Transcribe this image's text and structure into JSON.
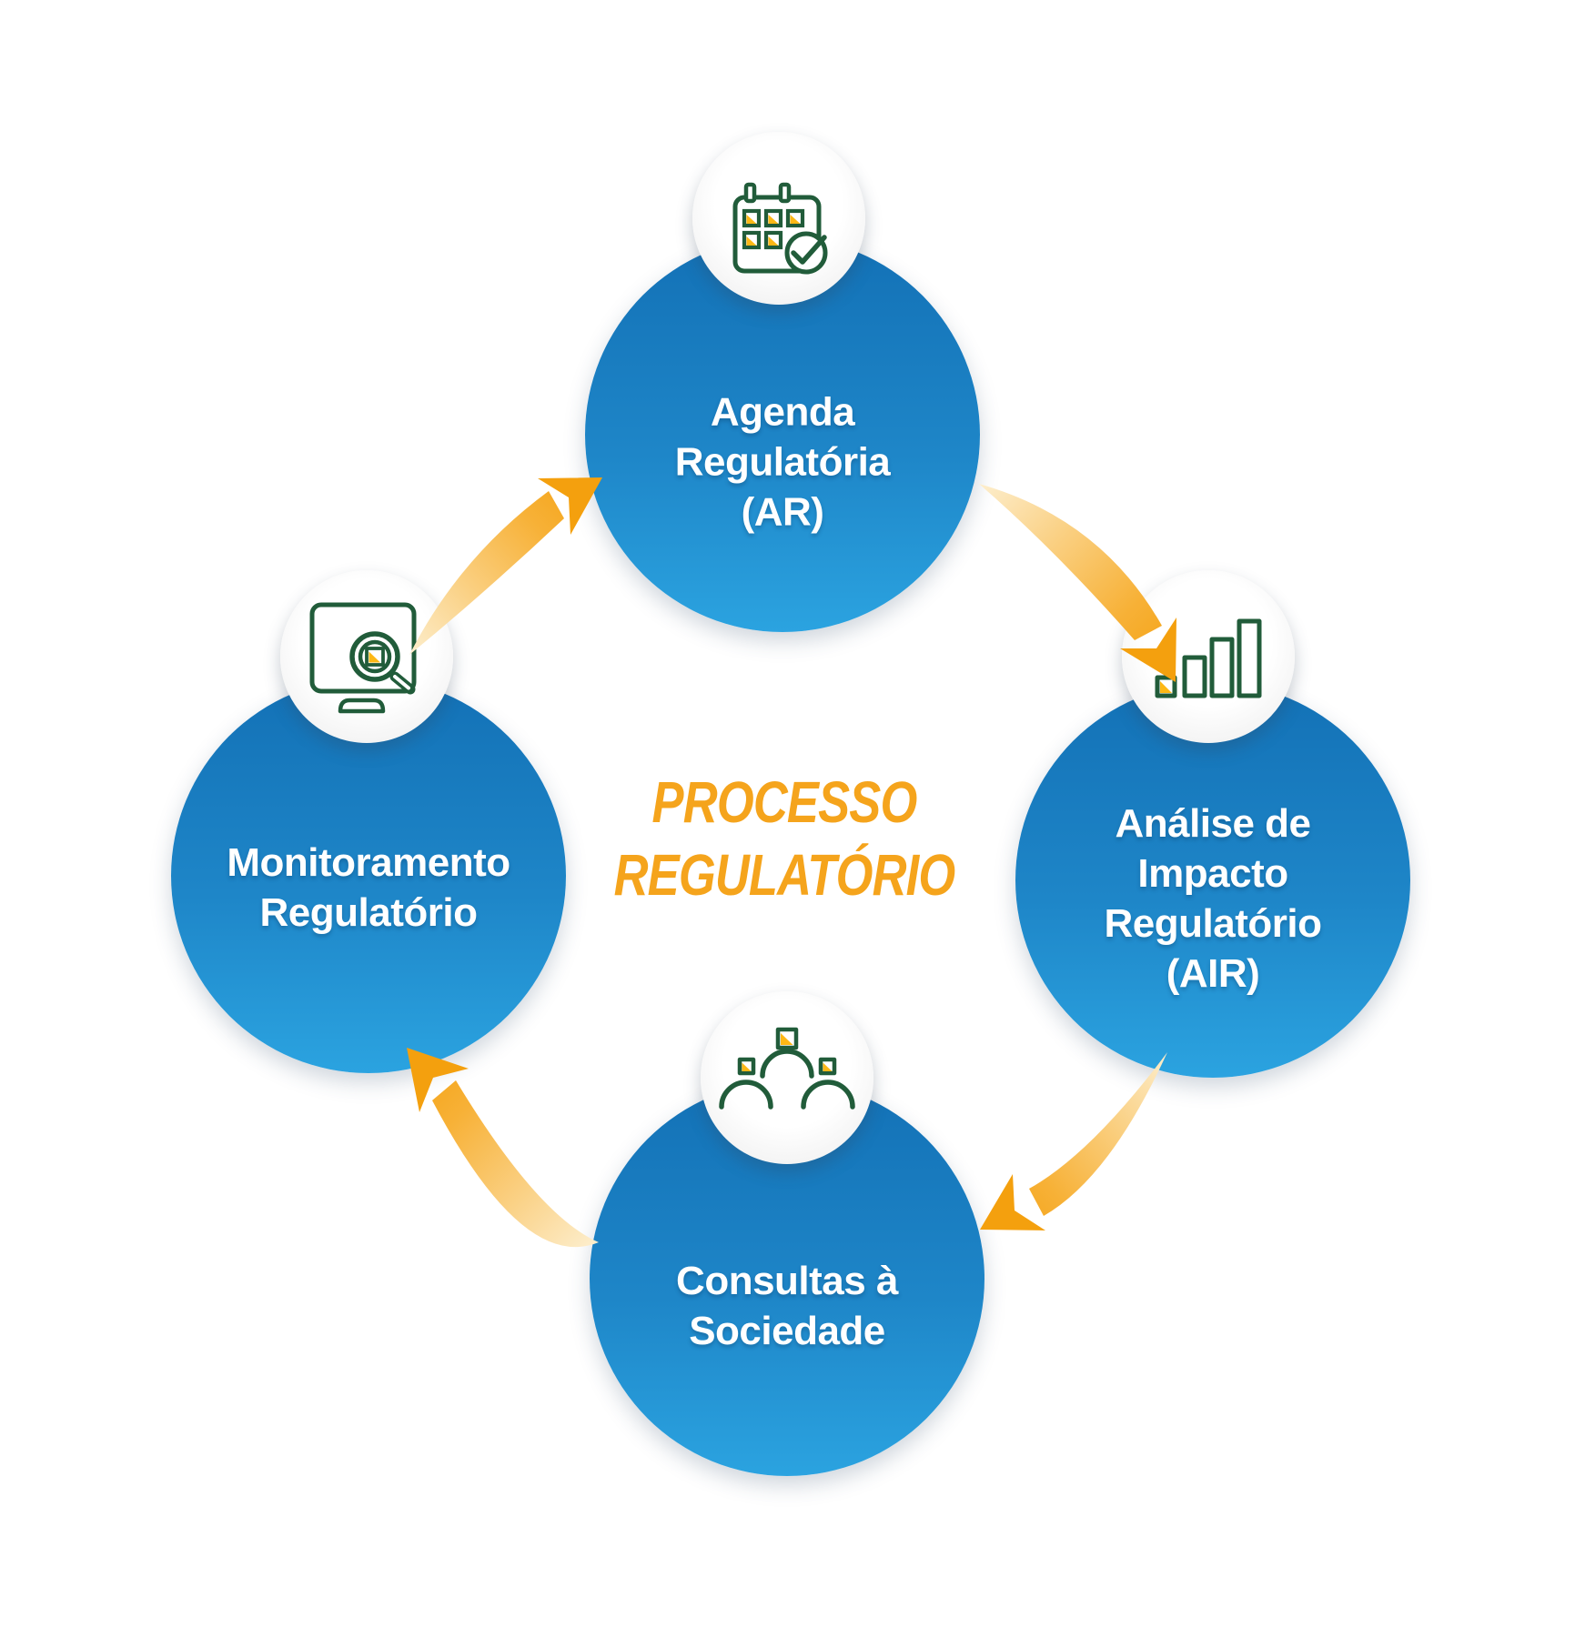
{
  "diagram": {
    "title_lines": [
      "PROCESSO",
      "REGULATÓRIO"
    ]
  },
  "nodes": [
    {
      "id": "agenda-regulatoria",
      "lines": [
        "Agenda",
        "Regulatória",
        "(AR)"
      ],
      "icon": "calendar-check-icon"
    },
    {
      "id": "analise-impacto-regulatorio",
      "lines": [
        "Análise de",
        "Impacto",
        "Regulatório",
        "(AIR)"
      ],
      "icon": "bar-chart-icon"
    },
    {
      "id": "consultas-sociedade",
      "lines": [
        "Consultas à",
        "Sociedade"
      ],
      "icon": "people-icon"
    },
    {
      "id": "monitoramento-regulatorio",
      "lines": [
        "Monitoramento",
        "Regulatório"
      ],
      "icon": "monitor-search-icon"
    }
  ],
  "colors": {
    "circle_blue_top": "#1371B6",
    "circle_blue_bottom": "#2BA3E0",
    "title_orange": "#F5A41C",
    "arrow_head_orange": "#F4A00E",
    "arrow_tail_cream": "#FDEECD",
    "icon_stroke_green": "#215C3A",
    "icon_fill_yellow": "#FDB815",
    "label_white": "#FFFFFF"
  }
}
